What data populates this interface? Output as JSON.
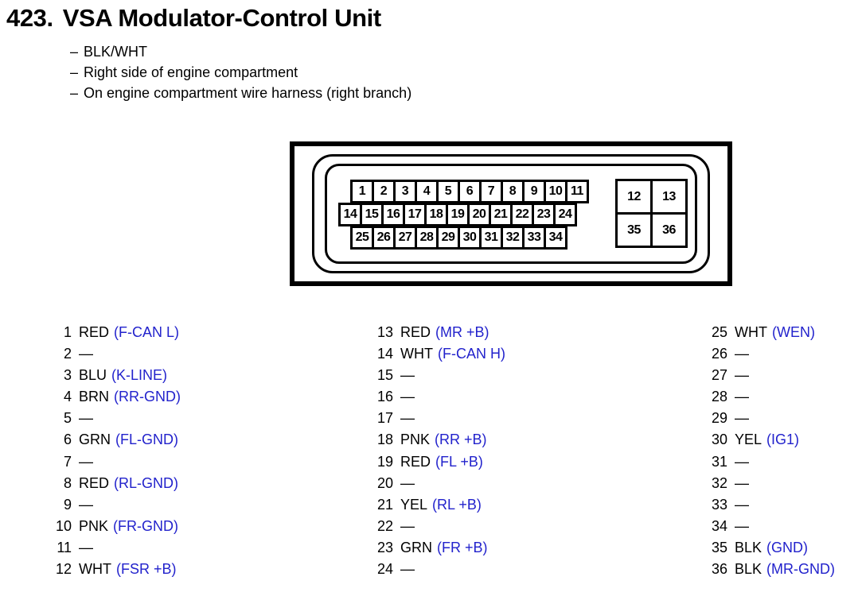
{
  "header": {
    "number": "423.",
    "title": "VSA Modulator-Control Unit",
    "bullets": [
      "BLK/WHT",
      "Right side of engine compartment",
      "On engine compartment wire harness (right branch)"
    ],
    "dash": "–"
  },
  "connector": {
    "row1": [
      "1",
      "2",
      "3",
      "4",
      "5",
      "6",
      "7",
      "8",
      "9",
      "10",
      "11"
    ],
    "row2": [
      "14",
      "15",
      "16",
      "17",
      "18",
      "19",
      "20",
      "21",
      "22",
      "23",
      "24"
    ],
    "row3": [
      "25",
      "26",
      "27",
      "28",
      "29",
      "30",
      "31",
      "32",
      "33",
      "34"
    ],
    "block": [
      "12",
      "13",
      "35",
      "36"
    ]
  },
  "colors": {
    "signal_blue": "#2222cc",
    "ink_black": "#000000",
    "background": "#ffffff"
  },
  "pins": {
    "empty_mark": "—",
    "column1": [
      {
        "no": "1",
        "wire": "RED",
        "signal": "(F-CAN L)"
      },
      {
        "no": "2",
        "wire": "",
        "signal": ""
      },
      {
        "no": "3",
        "wire": "BLU",
        "signal": "(K-LINE)"
      },
      {
        "no": "4",
        "wire": "BRN",
        "signal": "(RR-GND)"
      },
      {
        "no": "5",
        "wire": "",
        "signal": ""
      },
      {
        "no": "6",
        "wire": "GRN",
        "signal": "(FL-GND)"
      },
      {
        "no": "7",
        "wire": "",
        "signal": ""
      },
      {
        "no": "8",
        "wire": "RED",
        "signal": "(RL-GND)"
      },
      {
        "no": "9",
        "wire": "",
        "signal": ""
      },
      {
        "no": "10",
        "wire": "PNK",
        "signal": "(FR-GND)"
      },
      {
        "no": "11",
        "wire": "",
        "signal": ""
      },
      {
        "no": "12",
        "wire": "WHT",
        "signal": "(FSR +B)"
      }
    ],
    "column2": [
      {
        "no": "13",
        "wire": "RED",
        "signal": "(MR +B)"
      },
      {
        "no": "14",
        "wire": "WHT",
        "signal": "(F-CAN H)"
      },
      {
        "no": "15",
        "wire": "",
        "signal": ""
      },
      {
        "no": "16",
        "wire": "",
        "signal": ""
      },
      {
        "no": "17",
        "wire": "",
        "signal": ""
      },
      {
        "no": "18",
        "wire": "PNK",
        "signal": "(RR +B)"
      },
      {
        "no": "19",
        "wire": "RED",
        "signal": "(FL +B)"
      },
      {
        "no": "20",
        "wire": "",
        "signal": ""
      },
      {
        "no": "21",
        "wire": "YEL",
        "signal": "(RL +B)"
      },
      {
        "no": "22",
        "wire": "",
        "signal": ""
      },
      {
        "no": "23",
        "wire": "GRN",
        "signal": "(FR +B)"
      },
      {
        "no": "24",
        "wire": "",
        "signal": ""
      }
    ],
    "column3": [
      {
        "no": "25",
        "wire": "WHT",
        "signal": "(WEN)"
      },
      {
        "no": "26",
        "wire": "",
        "signal": ""
      },
      {
        "no": "27",
        "wire": "",
        "signal": ""
      },
      {
        "no": "28",
        "wire": "",
        "signal": ""
      },
      {
        "no": "29",
        "wire": "",
        "signal": ""
      },
      {
        "no": "30",
        "wire": "YEL",
        "signal": "(IG1)"
      },
      {
        "no": "31",
        "wire": "",
        "signal": ""
      },
      {
        "no": "32",
        "wire": "",
        "signal": ""
      },
      {
        "no": "33",
        "wire": "",
        "signal": ""
      },
      {
        "no": "34",
        "wire": "",
        "signal": ""
      },
      {
        "no": "35",
        "wire": "BLK",
        "signal": "(GND)"
      },
      {
        "no": "36",
        "wire": "BLK",
        "signal": "(MR-GND)"
      }
    ]
  }
}
